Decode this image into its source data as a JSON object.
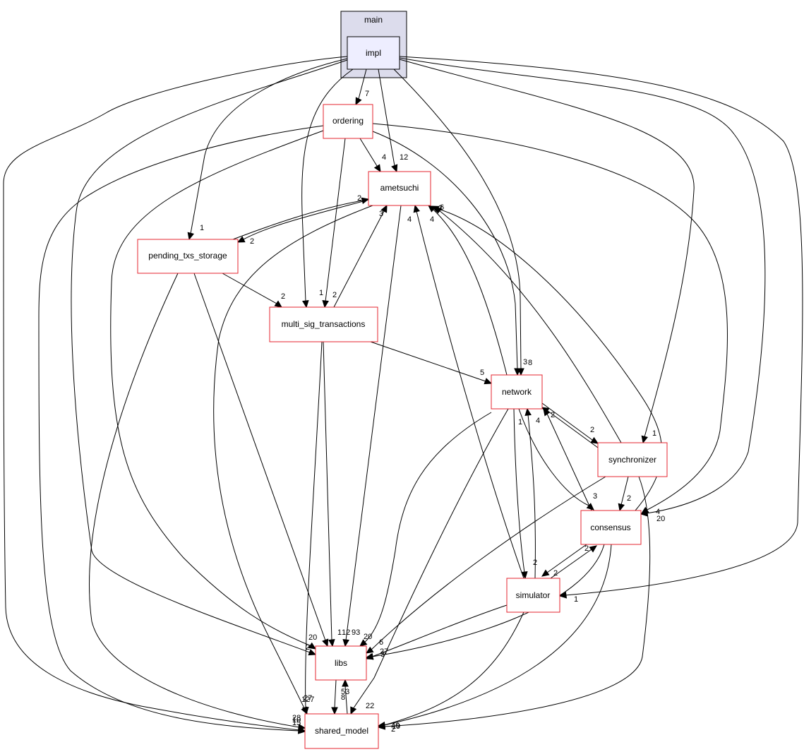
{
  "cluster": {
    "label": "main"
  },
  "nodes": {
    "impl": "impl",
    "ordering": "ordering",
    "ametsuchi": "ametsuchi",
    "pending_txs_storage": "pending_txs_storage",
    "multi_sig_transactions": "multi_sig_transactions",
    "network": "network",
    "synchronizer": "synchronizer",
    "consensus": "consensus",
    "simulator": "simulator",
    "libs": "libs",
    "shared_model": "shared_model"
  },
  "edges": [
    {
      "from": "impl",
      "to": "ordering",
      "label": "7"
    },
    {
      "from": "impl",
      "to": "ametsuchi",
      "label": "12"
    },
    {
      "from": "impl",
      "to": "pending_txs_storage",
      "label": "1"
    },
    {
      "from": "impl",
      "to": "multi_sig_transactions",
      "label": "1"
    },
    {
      "from": "impl",
      "to": "network",
      "label": "8"
    },
    {
      "from": "impl",
      "to": "synchronizer",
      "label": "1"
    },
    {
      "from": "impl",
      "to": "consensus",
      "label": "4"
    },
    {
      "from": "impl",
      "to": "simulator",
      "label": "1"
    },
    {
      "from": "impl",
      "to": "libs",
      "label": "20"
    },
    {
      "from": "impl",
      "to": "shared_model",
      "label": "28"
    },
    {
      "from": "ordering",
      "to": "ametsuchi",
      "label": "4"
    },
    {
      "from": "ordering",
      "to": "multi_sig_transactions",
      "label": "2"
    },
    {
      "from": "ordering",
      "to": "network",
      "label": "3"
    },
    {
      "from": "ordering",
      "to": "consensus",
      "label": "20"
    },
    {
      "from": "ordering",
      "to": "libs",
      "label": "2"
    },
    {
      "from": "ordering",
      "to": "shared_model",
      "label": "15"
    },
    {
      "from": "ametsuchi",
      "to": "pending_txs_storage",
      "label": "2"
    },
    {
      "from": "ametsuchi",
      "to": "libs",
      "label": "12"
    },
    {
      "from": "ametsuchi",
      "to": "shared_model",
      "label": "127"
    },
    {
      "from": "pending_txs_storage",
      "to": "ametsuchi",
      "label": "2"
    },
    {
      "from": "pending_txs_storage",
      "to": "multi_sig_transactions",
      "label": "2"
    },
    {
      "from": "pending_txs_storage",
      "to": "libs",
      "label": "1"
    },
    {
      "from": "pending_txs_storage",
      "to": "shared_model",
      "label": "10"
    },
    {
      "from": "multi_sig_transactions",
      "to": "ametsuchi",
      "label": "3"
    },
    {
      "from": "multi_sig_transactions",
      "to": "network",
      "label": "5"
    },
    {
      "from": "multi_sig_transactions",
      "to": "libs",
      "label": "93"
    },
    {
      "from": "multi_sig_transactions",
      "to": "shared_model",
      "label": "27"
    },
    {
      "from": "network",
      "to": "ametsuchi",
      "label": "4"
    },
    {
      "from": "network",
      "to": "synchronizer",
      "label": "2"
    },
    {
      "from": "network",
      "to": "consensus",
      "label": "3"
    },
    {
      "from": "network",
      "to": "simulator",
      "label": "2"
    },
    {
      "from": "network",
      "to": "libs",
      "label": "20"
    },
    {
      "from": "network",
      "to": "shared_model",
      "label": "22"
    },
    {
      "from": "synchronizer",
      "to": "ametsuchi",
      "label": "6"
    },
    {
      "from": "synchronizer",
      "to": "network",
      "label": "2"
    },
    {
      "from": "synchronizer",
      "to": "consensus",
      "label": "2"
    },
    {
      "from": "synchronizer",
      "to": "libs",
      "label": "6"
    },
    {
      "from": "synchronizer",
      "to": "shared_model",
      "label": "19"
    },
    {
      "from": "consensus",
      "to": "ametsuchi",
      "label": "2"
    },
    {
      "from": "consensus",
      "to": "network",
      "label": "4"
    },
    {
      "from": "consensus",
      "to": "simulator",
      "label": "2"
    },
    {
      "from": "consensus",
      "to": "libs",
      "label": "3"
    },
    {
      "from": "consensus",
      "to": "shared_model",
      "label": "40"
    },
    {
      "from": "simulator",
      "to": "ametsuchi",
      "label": "4"
    },
    {
      "from": "simulator",
      "to": "network",
      "label": "1"
    },
    {
      "from": "simulator",
      "to": "consensus",
      "label": "2"
    },
    {
      "from": "simulator",
      "to": "libs",
      "label": "27"
    },
    {
      "from": "simulator",
      "to": "shared_model",
      "label": "2"
    },
    {
      "from": "libs",
      "to": "shared_model",
      "label": "8"
    },
    {
      "from": "shared_model",
      "to": "libs",
      "label": "53"
    }
  ]
}
